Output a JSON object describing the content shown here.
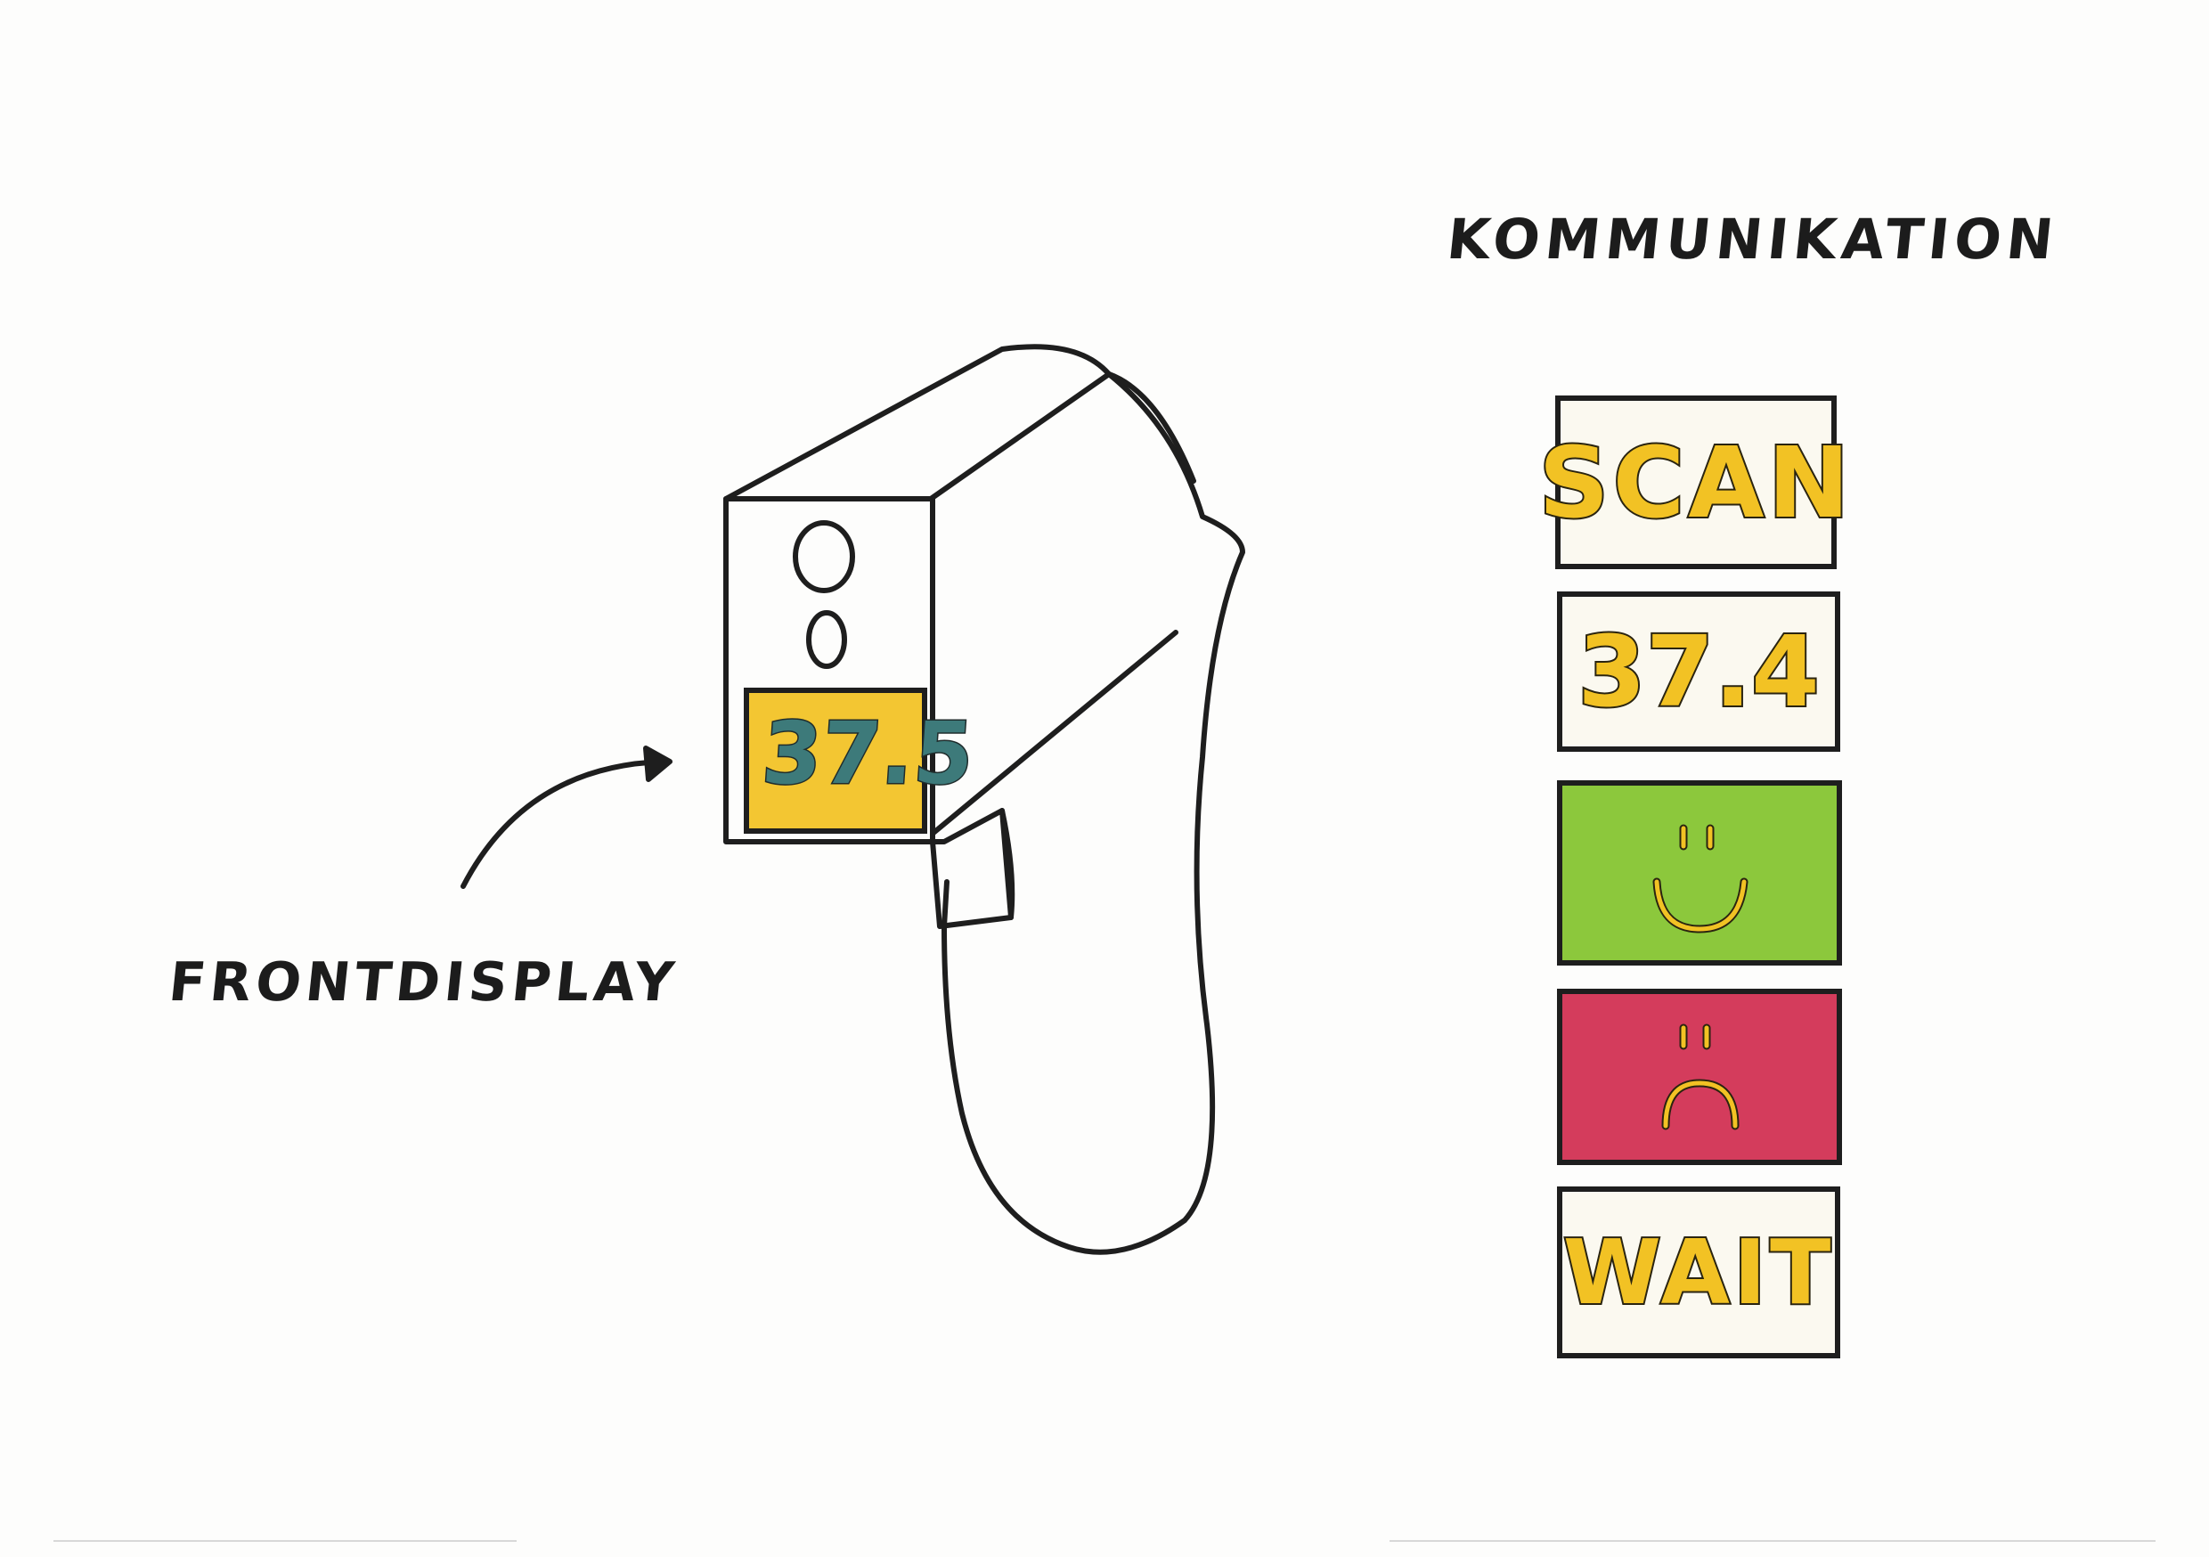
{
  "headings": {
    "communication": "KOMMUNIKATION",
    "front_display": "FRONTDISPLAY"
  },
  "device": {
    "front_display_value": "37.5",
    "display_color": "#f3c632",
    "digit_color": "#3d7a7a"
  },
  "panels": [
    {
      "id": "scan",
      "text": "SCAN",
      "background": "#fbf9f0"
    },
    {
      "id": "temperature",
      "text": "37.4",
      "background": "#fbf9f0"
    },
    {
      "id": "ok",
      "icon": "smiley-happy-icon",
      "background": "#8cc83c"
    },
    {
      "id": "bad",
      "icon": "smiley-sad-icon",
      "background": "#d43c5c"
    },
    {
      "id": "wait",
      "text": "WAIT",
      "background": "#fbf9f0"
    }
  ],
  "colors": {
    "ink": "#1e1e1e",
    "accent_yellow": "#f2c224",
    "ok_green": "#8cc83c",
    "error_red": "#d43c5c"
  }
}
